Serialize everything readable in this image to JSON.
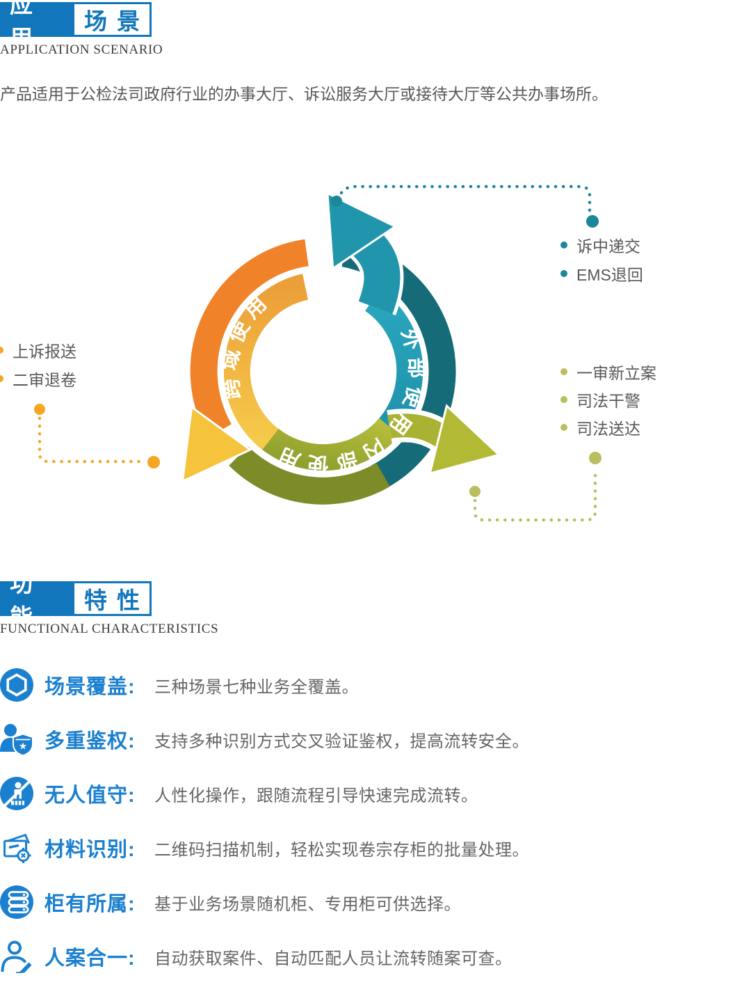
{
  "sections": {
    "application": {
      "title_primary": "应用",
      "title_secondary": "场景",
      "subtitle": "APPLICATION SCENARIO",
      "intro": "产品适用于公检法司政府行业的办事大厅、诉讼服务大厅或接待大厅等公共办事场所。"
    },
    "features": {
      "title_primary": "功能",
      "title_secondary": "特性",
      "subtitle": "FUNCTIONAL CHARACTERISTICS",
      "items": [
        {
          "icon": "hexagon-badge-icon",
          "title": "场景覆盖:",
          "desc": "三种场景七种业务全覆盖。"
        },
        {
          "icon": "user-shield-icon",
          "title": "多重鉴权:",
          "desc": "支持多种识别方式交叉验证鉴权，提高流转安全。"
        },
        {
          "icon": "unattended-person-icon",
          "title": "无人值守:",
          "desc": "人性化操作，跟随流程引导快速完成流转。"
        },
        {
          "icon": "material-scan-icon",
          "title": "材料识别:",
          "desc": "二维码扫描机制，轻松实现卷宗存柜的批量处理。"
        },
        {
          "icon": "cabinet-icon",
          "title": "柜有所属:",
          "desc": "基于业务场景随机柜、专用柜可供选择。"
        },
        {
          "icon": "person-case-icon",
          "title": "人案合一:",
          "desc": "自动获取案件、自动匹配人员让流转随案可查。"
        }
      ]
    }
  },
  "diagram": {
    "cycle": [
      {
        "label": "外部使用",
        "arrow_color": "#2095ac",
        "track_color": "#166b78"
      },
      {
        "label": "跨域使用",
        "arrow_color": "#f6c33d",
        "track_color": "#f08329"
      },
      {
        "label": "内部使用",
        "arrow_color": "#b2ba35",
        "track_color": "#7d8b28"
      }
    ],
    "callouts": {
      "external": {
        "color": "#1b8799",
        "items": [
          "诉中递交",
          "EMS退回"
        ]
      },
      "cross": {
        "color": "#f6a623",
        "items": [
          "上诉报送",
          "二审退卷"
        ]
      },
      "internal": {
        "color": "#b9be5e",
        "items": [
          "一审新立案",
          "司法干警",
          "司法送达"
        ]
      }
    }
  },
  "colors": {
    "header_blue": "#1176bc",
    "feature_blue": "#1b80cf",
    "text_gray": "#595757"
  }
}
